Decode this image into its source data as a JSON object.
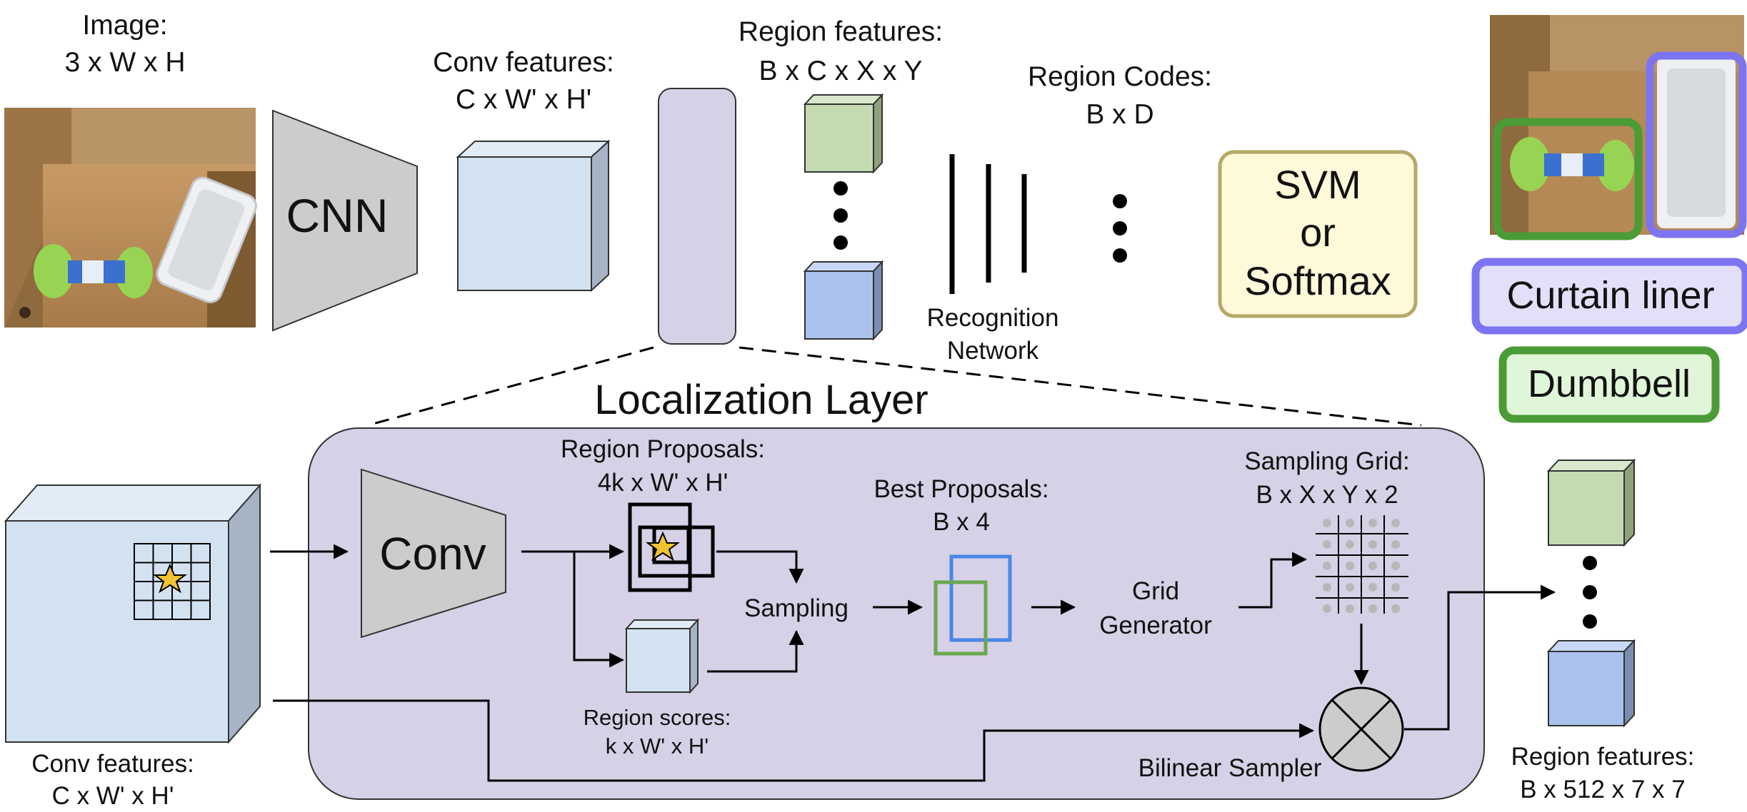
{
  "top": {
    "image_title": "Image:",
    "image_dims": "3 x W x H",
    "cnn_label": "CNN",
    "conv_title": "Conv features:",
    "conv_dims": "C x W' x H'",
    "region_feat_title": "Region features:",
    "region_feat_dims": "B x C x X x Y",
    "region_codes_title": "Region Codes:",
    "region_codes_dims": "B x D",
    "recognition_line1": "Recognition",
    "recognition_line2": "Network",
    "classifier_line1": "SVM",
    "classifier_line2": "or",
    "classifier_line3": "Softmax"
  },
  "output": {
    "label_1": "Curtain liner",
    "label_2": "Dumbbell"
  },
  "localization": {
    "title": "Localization Layer",
    "conv_label": "Conv",
    "proposals_title": "Region Proposals:",
    "proposals_dims": "4k x W' x H'",
    "scores_title": "Region scores:",
    "scores_dims": "k x W' x H'",
    "sampling_label": "Sampling",
    "best_title": "Best Proposals:",
    "best_dims": "B x 4",
    "grid_gen_line1": "Grid",
    "grid_gen_line2": "Generator",
    "grid_title": "Sampling Grid:",
    "grid_dims": "B x X x Y x 2",
    "bilinear_label": "Bilinear Sampler"
  },
  "bottom_left": {
    "conv_title": "Conv features:",
    "conv_dims": "C x W' x H'"
  },
  "bottom_right": {
    "title": "Region features:",
    "dims": "B x 512 x 7 x 7"
  },
  "colors": {
    "lavender": "#d6d1e6",
    "light_blue": "#d3e2f1",
    "green_box": "#c4dbb2",
    "blue_box": "#a9c1ec",
    "classifier_fill": "#fdf9d9",
    "classifier_stroke": "#b6a968",
    "curtain_fill": "#e2e0f8",
    "curtain_stroke": "#7d74f2",
    "dumbbell_fill": "#e0f6d8",
    "dumbbell_stroke": "#4b9b36",
    "proposal_blue": "#4a86e8",
    "proposal_green": "#6aa84f",
    "star": "#f1c232"
  }
}
